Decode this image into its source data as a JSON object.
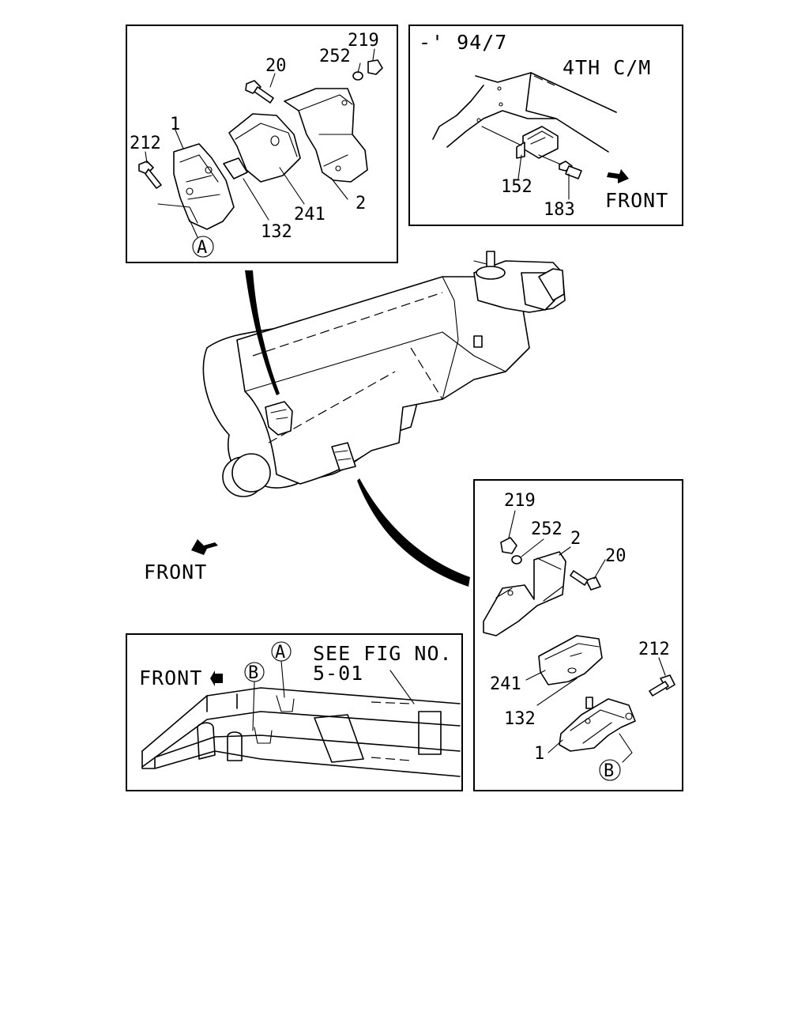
{
  "panels": {
    "top_left": {
      "callouts": [
        "219",
        "20",
        "252",
        "1",
        "212",
        "241",
        "2",
        "132"
      ],
      "ref_mark": "A"
    },
    "top_right": {
      "period_label": "-' 94/7",
      "variant_label": "4TH C/M",
      "callouts": [
        "152",
        "183"
      ],
      "direction_label": "FRONT"
    },
    "center": {
      "direction_label": "FRONT"
    },
    "bottom_left": {
      "direction_label": "FRONT",
      "ref_mark_a": "A",
      "ref_mark_b": "B",
      "see_fig_line1": "SEE FIG NO.",
      "see_fig_line2": "5-01"
    },
    "bottom_right": {
      "callouts": [
        "219",
        "252",
        "2",
        "20",
        "212",
        "241",
        "132",
        "1"
      ],
      "ref_mark": "B"
    }
  }
}
